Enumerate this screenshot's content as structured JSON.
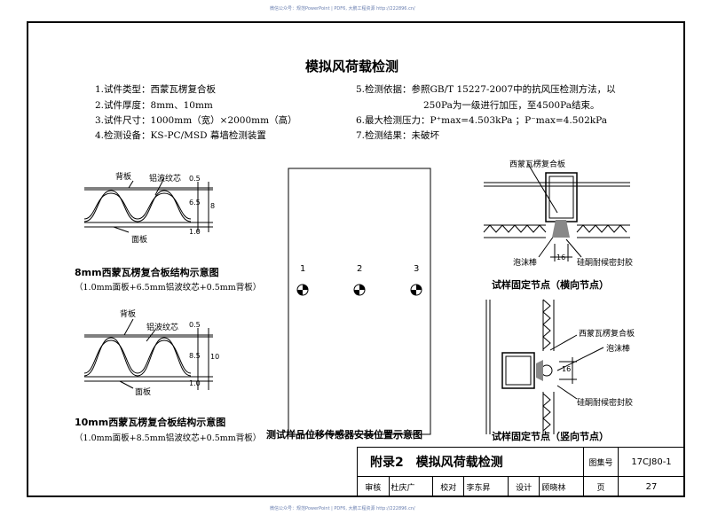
{
  "watermark": {
    "top": "微信公众号：规范PowerPoint | PDF6, 大鹏工程资源 http://222896.cn/",
    "bottom": "微信公众号：规范PowerPoint | PDF6, 大鹏工程资源 http://222896.cn/"
  },
  "title": "模拟风荷载检测",
  "info_left": [
    "1.试件类型：西蒙瓦楞复合板",
    "2.试件厚度：8mm、10mm",
    "3.试件尺寸：1000mm（宽）×2000mm（高）",
    "4.检测设备：KS-PC/MSD 幕墙检测装置"
  ],
  "info_right": [
    "5.检测依据：参照GB/T 15227-2007中的抗风压检测方法，以",
    "250Pa为一级进行加压，至4500Pa结束。",
    "6.最大检测压力：P⁺max=4.503kPa ；P⁻max=4.502kPa",
    "7.检测结果：未破坏"
  ],
  "section8": {
    "label_back": "背板",
    "label_core": "铝波纹芯",
    "label_face": "面板",
    "dims": [
      "0.5",
      "6.5",
      "8",
      "1.0"
    ],
    "caption": "8mm西蒙瓦楞复合板结构示意图",
    "sub": "（1.0mm面板+6.5mm铝波纹芯+0.5mm背板）"
  },
  "section10": {
    "label_back": "背板",
    "label_core": "铝波纹芯",
    "label_face": "面板",
    "dims": [
      "0.5",
      "8.5",
      "10",
      "1.0"
    ],
    "caption": "10mm西蒙瓦楞复合板结构示意图",
    "sub": "（1.0mm面板+8.5mm铝波纹芯+0.5mm背板）"
  },
  "sensor": {
    "numbers": [
      "1",
      "2",
      "3"
    ],
    "caption": "测试样品位移传感器安装位置示意图"
  },
  "node_h": {
    "label_panel": "西蒙瓦楞复合板",
    "label_foam": "泡沫棒",
    "label_seal": "硅酮耐候密封胶",
    "dim": "16",
    "caption": "试样固定节点（横向节点）"
  },
  "node_v": {
    "label_panel": "西蒙瓦楞复合板",
    "label_foam": "泡沫棒",
    "label_seal": "硅酮耐候密封胶",
    "dim": "16",
    "caption": "试样固定节点（竖向节点）"
  },
  "title_block": {
    "title": "附录2　模拟风荷载检测",
    "atlas_label": "图集号",
    "atlas_no": "17CJ80-1",
    "review_label": "审核",
    "reviewer": "杜庆广",
    "check_label": "校对",
    "checker": "李东昇",
    "design_label": "设计",
    "designer": "顾晓林",
    "page_label": "页",
    "page_no": "27"
  }
}
